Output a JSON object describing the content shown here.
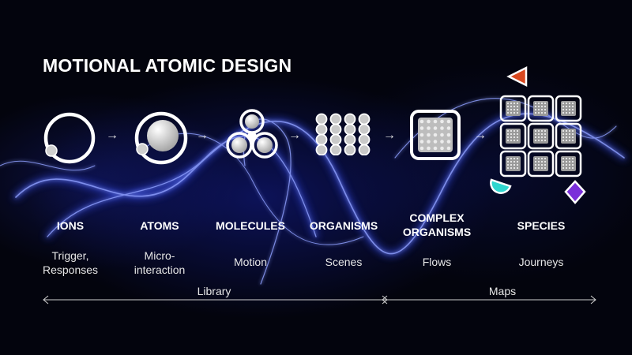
{
  "title": "MOTIONAL ATOMIC DESIGN",
  "stages": [
    {
      "label": "IONS",
      "description_lines": [
        "Trigger,",
        "Responses"
      ],
      "icon": "ion-ring-icon"
    },
    {
      "label": "ATOMS",
      "description_lines": [
        "Micro-",
        "interaction"
      ],
      "icon": "atom-icon"
    },
    {
      "label": "MOLECULES",
      "description_lines": [
        "Motion"
      ],
      "icon": "molecule-icon"
    },
    {
      "label": "ORGANISMS",
      "description_lines": [
        "Scenes"
      ],
      "icon": "organism-grid-icon"
    },
    {
      "label_lines": [
        "COMPLEX",
        "ORGANISMS"
      ],
      "description_lines": [
        "Flows"
      ],
      "icon": "complex-organism-icon"
    },
    {
      "label": "SPECIES",
      "description_lines": [
        "Journeys"
      ],
      "icon": "species-grid-icon"
    }
  ],
  "ranges": [
    {
      "label": "Library"
    },
    {
      "label": "Maps"
    }
  ],
  "colors": {
    "background": "#03040d",
    "text": "#ffffff",
    "triangle": "#d9481f",
    "half_circle": "#2fd6cf",
    "diamond": "#7a2fd9"
  }
}
